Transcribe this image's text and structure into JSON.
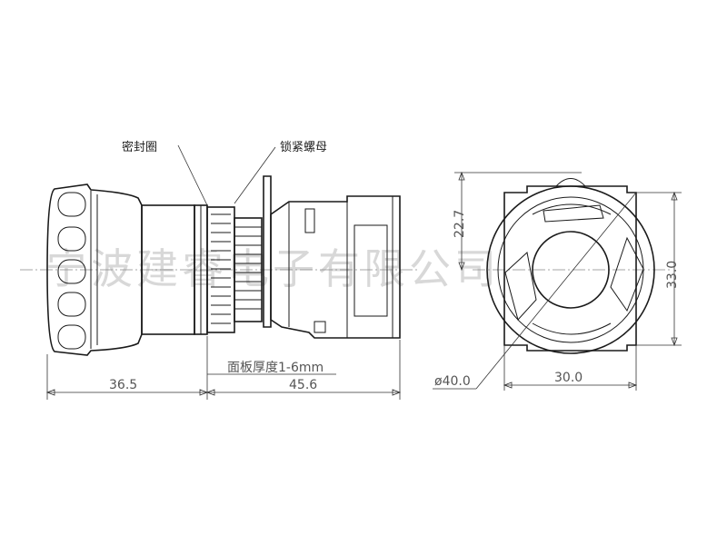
{
  "labels": {
    "seal_ring": "密封圈",
    "lock_nut": "锁紧螺母",
    "panel_thickness": "面板厚度1-6mm"
  },
  "dimensions": {
    "head_length": "36.5",
    "body_length": "45.6",
    "diameter": "ø40.0",
    "width": "30.0",
    "height": "33.0",
    "offset": "22.7"
  },
  "watermark": "宁波建睿电子有限公司"
}
